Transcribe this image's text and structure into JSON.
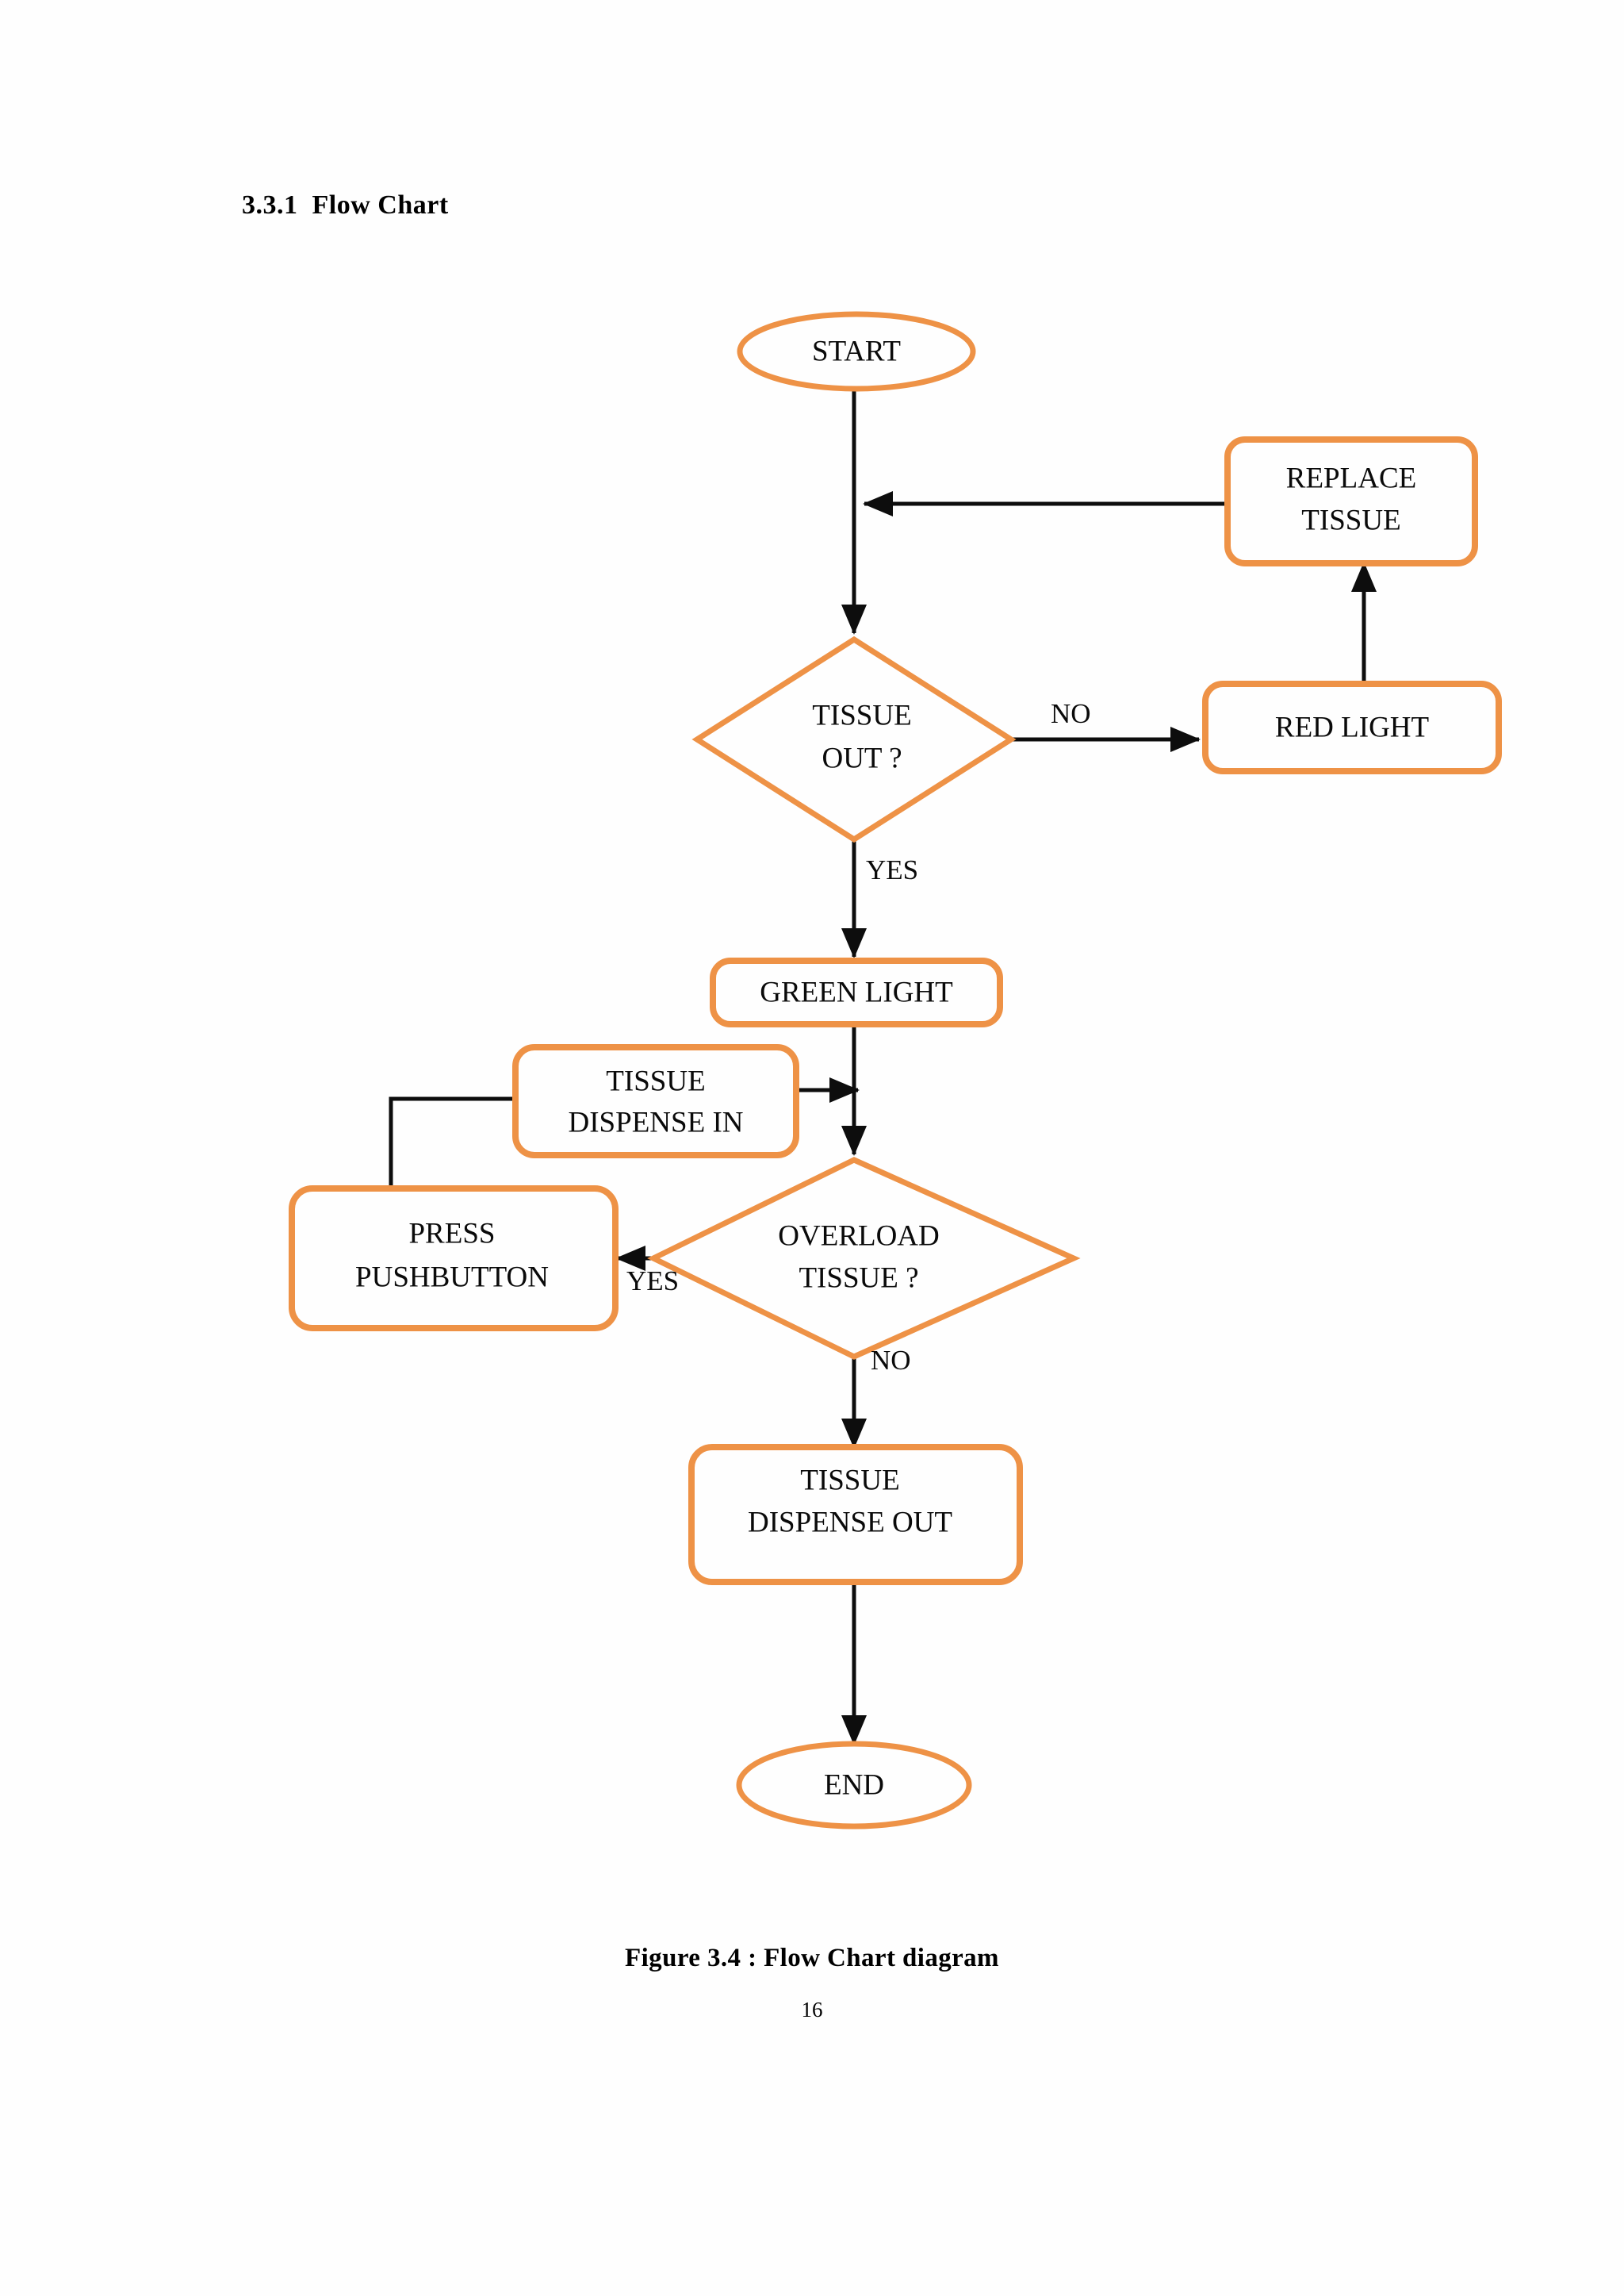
{
  "document": {
    "section_heading": "3.3.1  Flow Chart",
    "figure_caption": "Figure 3.4 : Flow Chart diagram",
    "page_number": "16"
  },
  "colors": {
    "shape_stroke": "#ee9246",
    "connector": "#0d0d0d",
    "text": "#0a0a0a",
    "background": "#fefefe"
  },
  "chart_data": {
    "type": "diagram",
    "title": "Figure 3.4 : Flow Chart diagram",
    "nodes": [
      {
        "id": "start",
        "shape": "ellipse",
        "label": "START",
        "lines": [
          "START"
        ]
      },
      {
        "id": "replace_tissue",
        "shape": "rounded",
        "label": "REPLACE TISSUE",
        "lines": [
          "REPLACE",
          "TISSUE"
        ]
      },
      {
        "id": "tissue_out",
        "shape": "diamond",
        "label": "TISSUE OUT ?",
        "lines": [
          "TISSUE",
          "OUT ?"
        ]
      },
      {
        "id": "red_light",
        "shape": "rounded",
        "label": "RED LIGHT",
        "lines": [
          "RED LIGHT"
        ]
      },
      {
        "id": "green_light",
        "shape": "rounded",
        "label": "GREEN LIGHT",
        "lines": [
          "GREEN  LIGHT"
        ]
      },
      {
        "id": "dispense_in",
        "shape": "rounded",
        "label": "TISSUE DISPENSE IN",
        "lines": [
          "TISSUE",
          "DISPENSE IN"
        ]
      },
      {
        "id": "press_pushbutton",
        "shape": "rounded",
        "label": "PRESS PUSHBUTTON",
        "lines": [
          "PRESS",
          "PUSHBUTTON"
        ]
      },
      {
        "id": "overload_tissue",
        "shape": "diamond",
        "label": "OVERLOAD TISSUE ?",
        "lines": [
          "OVERLOAD",
          "TISSUE ?"
        ]
      },
      {
        "id": "dispense_out",
        "shape": "rounded",
        "label": "TISSUE DISPENSE OUT",
        "lines": [
          "TISSUE",
          "DISPENSE OUT"
        ]
      },
      {
        "id": "end",
        "shape": "ellipse",
        "label": "END",
        "lines": [
          "END"
        ]
      }
    ],
    "edges": [
      {
        "from": "start",
        "to": "tissue_out",
        "label": ""
      },
      {
        "from": "tissue_out",
        "to": "red_light",
        "label": "NO"
      },
      {
        "from": "red_light",
        "to": "replace_tissue",
        "label": ""
      },
      {
        "from": "replace_tissue",
        "to": "start_stem",
        "label": ""
      },
      {
        "from": "tissue_out",
        "to": "green_light",
        "label": "YES"
      },
      {
        "from": "green_light",
        "to": "overload_tissue",
        "label": ""
      },
      {
        "from": "dispense_in",
        "to": "overload_tissue",
        "label": ""
      },
      {
        "from": "overload_tissue",
        "to": "press_pushbutton",
        "label": "YES"
      },
      {
        "from": "press_pushbutton",
        "to": "dispense_in",
        "label": ""
      },
      {
        "from": "overload_tissue",
        "to": "dispense_out",
        "label": "NO"
      },
      {
        "from": "dispense_out",
        "to": "end",
        "label": ""
      }
    ],
    "edge_labels": {
      "tissue_out_no": "NO",
      "tissue_out_yes": "YES",
      "overload_yes": "YES",
      "overload_no": "NO"
    }
  }
}
